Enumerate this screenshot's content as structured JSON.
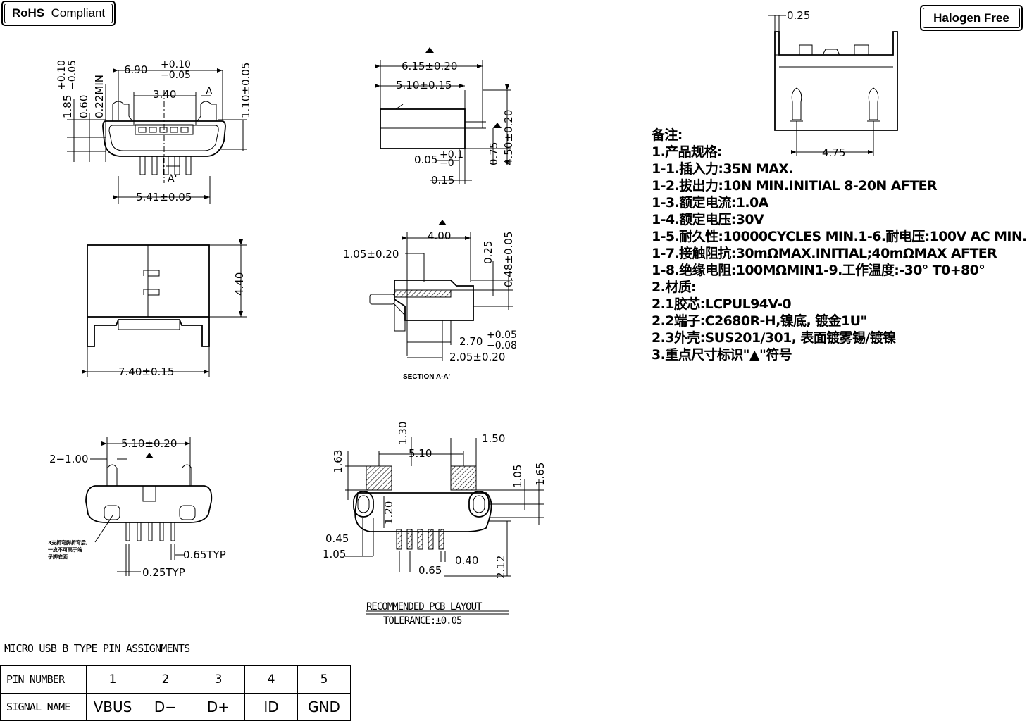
{
  "badges": {
    "rohs_bold": "RoHS",
    "rohs_text": "Compliant",
    "halogen": "Halogen Free"
  },
  "dims_top_front": {
    "width": "6.90",
    "width_tol_plus": "+0.10",
    "width_tol_minus": "−0.05",
    "inner": "3.40",
    "bottom": "5.41±0.05",
    "height_left": "1.85",
    "h_tol_plus": "+0.10",
    "h_tol_minus": "−0.05",
    "d060": "0.60",
    "d022": "0.22MIN",
    "right": "1.10±0.05",
    "sec_a": "A",
    "sec_a2": "A'"
  },
  "dims_top_side": {
    "w615": "6.15±0.20",
    "w510": "5.10±0.15",
    "d005": "0.05",
    "d005_tol_plus": "+0.1",
    "d005_tol_minus": "−0",
    "d015": "0.15",
    "d075": "0.75",
    "d450": "4.50±0.20"
  },
  "dims_mid_top": {
    "h440": "4.40",
    "w740": "7.40±0.15"
  },
  "dims_section": {
    "d400": "4.00",
    "d105": "1.05±0.20",
    "d025": "0.25",
    "d048": "0.48±0.05",
    "d270": "2.70",
    "d270_tol_plus": "+0.05",
    "d270_tol_minus": "−0.08",
    "d205": "2.05±0.20",
    "title": "SECTION A-A'"
  },
  "dims_bottom_front": {
    "w510": "5.10±0.20",
    "d2_100": "2−1.00",
    "d065": "0.65TYP",
    "d025": "0.25TYP",
    "note_lines": [
      "3支折弯脚折弯后,",
      "一皮不可高于端",
      "子脚底面"
    ]
  },
  "dims_pcb": {
    "d130": "1.30",
    "d150": "1.50",
    "d163": "1.63",
    "d510": "5.10",
    "d105": "1.05",
    "d165": "1.65",
    "d120": "1.20",
    "d045": "0.45",
    "d105b": "1.05",
    "d065": "0.65",
    "d040": "0.40",
    "d212": "2.12",
    "title": "RECOMMENDED PCB LAYOUT",
    "tolerance": "TOLERANCE:±0.05"
  },
  "dims_top_right": {
    "d025": "0.25",
    "d475": "4.75"
  },
  "notes": [
    "备注:",
    "1.产品规格:",
    "1-1.插入力:35N MAX.",
    "1-2.拔出力:10N MIN.INITIAL 8-20N AFTER",
    "1-3.额定电流:1.0A",
    "1-4.额定电压:30V",
    "1-5.耐久性:10000CYCLES MIN.1-6.耐电压:100V AC MIN.",
    "1-7.接触阻抗:30mΩMAX.INITIAL;40mΩMAX AFTER",
    "1-8.绝缘电阻:100MΩMIN1-9.工作温度:-30° T0+80°",
    "2.材质:",
    "2.1胶芯:LCPUL94V-0",
    "2.2端子:C2680R-H,镍底, 镀金1U\"",
    "2.3外壳:SUS201/301, 表面镀雾锡/镀镍",
    "3.重点尺寸标识\"▲\"符号"
  ],
  "pin_table": {
    "title": "MICRO USB B TYPE PIN ASSIGNMENTS",
    "row1_label": "PIN NUMBER",
    "row2_label": "SIGNAL NAME",
    "pins": [
      "1",
      "2",
      "3",
      "4",
      "5"
    ],
    "signals": [
      "VBUS",
      "D−",
      "D+",
      "ID",
      "GND"
    ]
  }
}
